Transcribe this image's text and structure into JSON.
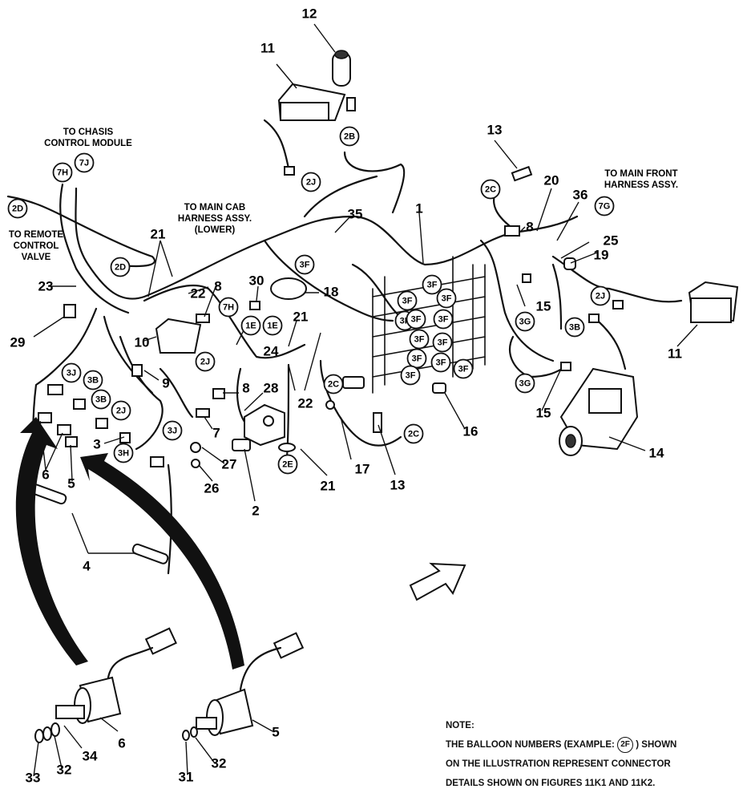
{
  "labels": {
    "chassis": [
      "TO CHASIS",
      "CONTROL MODULE"
    ],
    "remote": [
      "TO REMOTE",
      "CONTROL",
      "VALVE"
    ],
    "cab": [
      "TO MAIN CAB",
      "HARNESS ASSY.",
      "(LOWER)"
    ],
    "front": [
      "TO MAIN FRONT",
      "HARNESS ASSY."
    ]
  },
  "balloons": [
    {
      "id": "b-7h-top",
      "text": "7H"
    },
    {
      "id": "b-7j",
      "text": "7J"
    },
    {
      "id": "b-2d-left",
      "text": "2D"
    },
    {
      "id": "b-2d-mid",
      "text": "2D"
    },
    {
      "id": "b-2b",
      "text": "2B"
    },
    {
      "id": "b-2j-top",
      "text": "2J"
    },
    {
      "id": "b-2c-top",
      "text": "2C"
    },
    {
      "id": "b-7g",
      "text": "7G"
    },
    {
      "id": "b-3f-1",
      "text": "3F"
    },
    {
      "id": "b-7h-mid",
      "text": "7H"
    },
    {
      "id": "b-1e-a",
      "text": "1E"
    },
    {
      "id": "b-1e-b",
      "text": "1E"
    },
    {
      "id": "b-2j-mid",
      "text": "2J"
    },
    {
      "id": "b-3j-left",
      "text": "3J"
    },
    {
      "id": "b-3b-a",
      "text": "3B"
    },
    {
      "id": "b-3b-b",
      "text": "3B"
    },
    {
      "id": "b-2j-left",
      "text": "2J"
    },
    {
      "id": "b-3h",
      "text": "3H"
    },
    {
      "id": "b-3j-mid",
      "text": "3J"
    },
    {
      "id": "b-2e",
      "text": "2E"
    },
    {
      "id": "b-2c-mid",
      "text": "2C"
    },
    {
      "id": "b-2c-low",
      "text": "2C"
    },
    {
      "id": "b-3f-2",
      "text": "3F"
    },
    {
      "id": "b-3f-3",
      "text": "3F"
    },
    {
      "id": "b-3f-4",
      "text": "3F"
    },
    {
      "id": "b-3f-5",
      "text": "3F"
    },
    {
      "id": "b-3f-6",
      "text": "3F"
    },
    {
      "id": "b-3f-7",
      "text": "3F"
    },
    {
      "id": "b-3f-8",
      "text": "3F"
    },
    {
      "id": "b-3f-9",
      "text": "3F"
    },
    {
      "id": "b-3f-10",
      "text": "3F"
    },
    {
      "id": "b-3f-11",
      "text": "3F"
    },
    {
      "id": "b-3f-12",
      "text": "3F"
    },
    {
      "id": "b-3f-13",
      "text": "3F"
    },
    {
      "id": "b-3g-a",
      "text": "3G"
    },
    {
      "id": "b-3g-b",
      "text": "3G"
    },
    {
      "id": "b-2j-right",
      "text": "2J"
    },
    {
      "id": "b-3b-right",
      "text": "3B"
    }
  ],
  "callouts": [
    {
      "id": "c-12",
      "text": "12"
    },
    {
      "id": "c-11-top",
      "text": "11"
    },
    {
      "id": "c-13-top",
      "text": "13"
    },
    {
      "id": "c-20",
      "text": "20"
    },
    {
      "id": "c-36",
      "text": "36"
    },
    {
      "id": "c-1",
      "text": "1"
    },
    {
      "id": "c-35",
      "text": "35"
    },
    {
      "id": "c-8-right",
      "text": "8"
    },
    {
      "id": "c-25",
      "text": "25"
    },
    {
      "id": "c-19",
      "text": "19"
    },
    {
      "id": "c-21-left",
      "text": "21"
    },
    {
      "id": "c-22-left",
      "text": "22"
    },
    {
      "id": "c-8-left",
      "text": "8"
    },
    {
      "id": "c-30",
      "text": "30"
    },
    {
      "id": "c-18",
      "text": "18"
    },
    {
      "id": "c-23",
      "text": "23"
    },
    {
      "id": "c-29",
      "text": "29"
    },
    {
      "id": "c-10",
      "text": "10"
    },
    {
      "id": "c-21-mid",
      "text": "21"
    },
    {
      "id": "c-24",
      "text": "24"
    },
    {
      "id": "c-22-mid",
      "text": "22"
    },
    {
      "id": "c-9",
      "text": "9"
    },
    {
      "id": "c-8-mid",
      "text": "8"
    },
    {
      "id": "c-28",
      "text": "28"
    },
    {
      "id": "c-7",
      "text": "7"
    },
    {
      "id": "c-3",
      "text": "3"
    },
    {
      "id": "c-6-left",
      "text": "6"
    },
    {
      "id": "c-5-left",
      "text": "5"
    },
    {
      "id": "c-27",
      "text": "27"
    },
    {
      "id": "c-26",
      "text": "26"
    },
    {
      "id": "c-2",
      "text": "2"
    },
    {
      "id": "c-21-low",
      "text": "21"
    },
    {
      "id": "c-17",
      "text": "17"
    },
    {
      "id": "c-13-low",
      "text": "13"
    },
    {
      "id": "c-16",
      "text": "16"
    },
    {
      "id": "c-15-a",
      "text": "15"
    },
    {
      "id": "c-15-b",
      "text": "15"
    },
    {
      "id": "c-11-right",
      "text": "11"
    },
    {
      "id": "c-14",
      "text": "14"
    },
    {
      "id": "c-4",
      "text": "4"
    },
    {
      "id": "c-6-low",
      "text": "6"
    },
    {
      "id": "c-34",
      "text": "34"
    },
    {
      "id": "c-32-left",
      "text": "32"
    },
    {
      "id": "c-33",
      "text": "33"
    },
    {
      "id": "c-5-low",
      "text": "5"
    },
    {
      "id": "c-31",
      "text": "31"
    },
    {
      "id": "c-32-right",
      "text": "32"
    }
  ],
  "note": {
    "title": "NOTE:",
    "line1_pre": "THE BALLOON NUMBERS (EXAMPLE:",
    "example": "2F",
    "line1_post": ") SHOWN",
    "line2": "ON THE ILLUSTRATION REPRESENT CONNECTOR",
    "line3": "DETAILS SHOWN ON FIGURES 11K1 AND 11K2."
  }
}
